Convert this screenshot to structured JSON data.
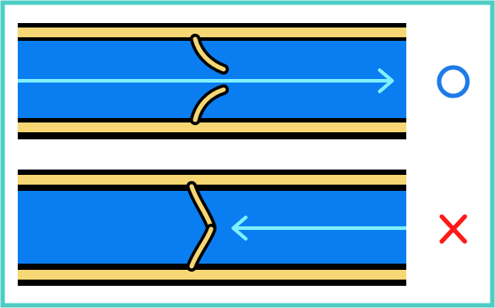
{
  "diagram": {
    "frame_color": "#4ecdc4",
    "colors": {
      "vessel_wall_outer": "#000000",
      "vessel_wall": "#f7d774",
      "blood": "#0a7ef0",
      "flow_arrow": "#7ff0ff",
      "ok_mark": "#1e7be8",
      "ng_mark": "#ff1a1a"
    },
    "panels": [
      {
        "id": "forward-flow",
        "flow_direction": "right",
        "valve_state": "open",
        "result_icon": "circle-icon",
        "result": "ok"
      },
      {
        "id": "reverse-flow",
        "flow_direction": "left",
        "valve_state": "closed",
        "result_icon": "cross-icon",
        "result": "ng"
      }
    ]
  }
}
